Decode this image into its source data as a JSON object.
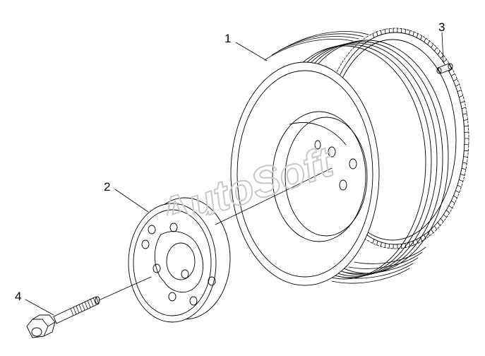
{
  "callouts": {
    "part1": "1",
    "part2": "2",
    "part3": "3",
    "part4": "4"
  },
  "watermark": {
    "text": "AutoSoft"
  },
  "colors": {
    "line": "#000000",
    "watermark": "#c8c8c8",
    "background": "#ffffff"
  }
}
